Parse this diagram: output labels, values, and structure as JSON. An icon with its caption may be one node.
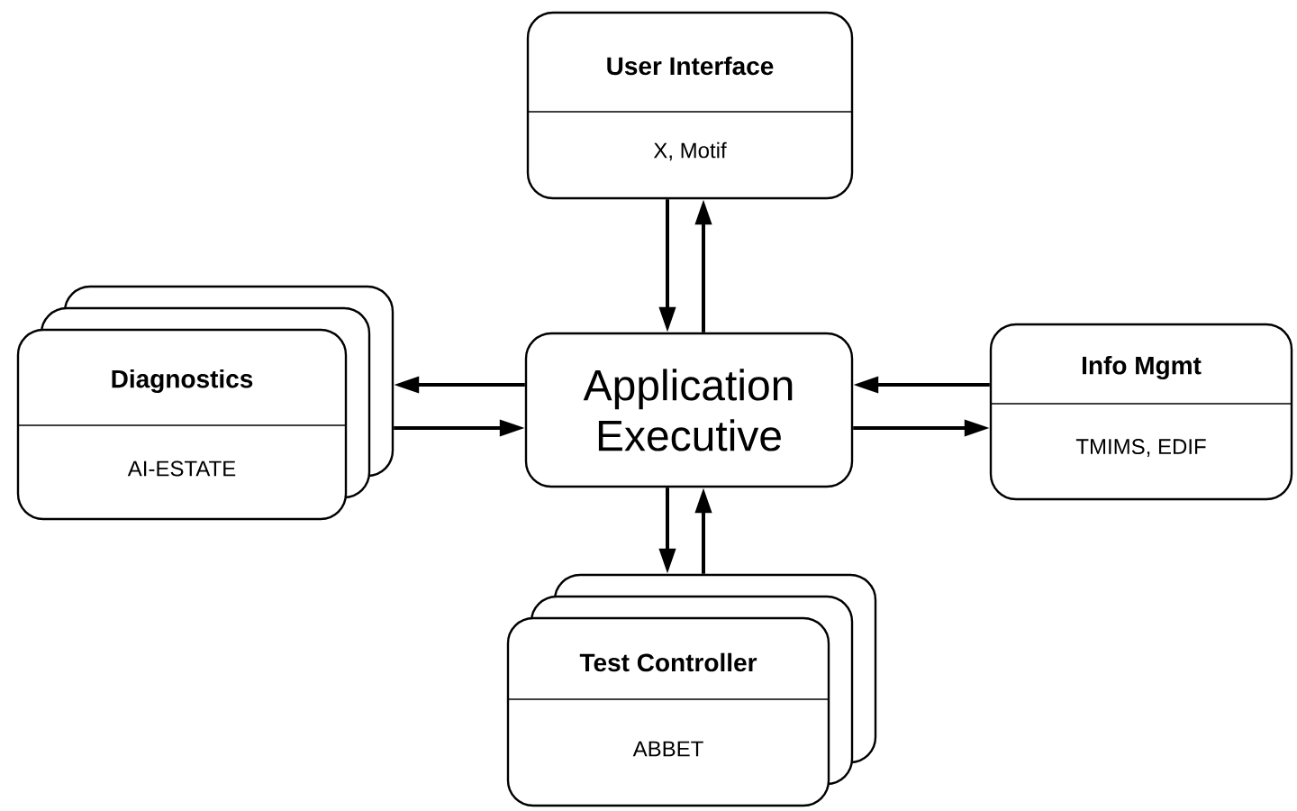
{
  "diagram": {
    "nodes": [
      {
        "text": [
          "User Interface",
          "X, Motif"
        ]
      },
      {
        "text": [
          "Diagnostics",
          "AI-ESTATE"
        ]
      },
      {
        "text": [
          "Application Executive"
        ]
      },
      {
        "text": [
          "Info Mgmt",
          "TMIMS, EDIF"
        ]
      },
      {
        "text": [
          "Test Controller",
          "ABBET"
        ]
      }
    ],
    "edges": [
      {
        "from": 0,
        "to": 2,
        "arrow": "to"
      },
      {
        "from": 2,
        "to": 0,
        "arrow": "to"
      },
      {
        "from": 2,
        "to": 1,
        "arrow": "to"
      },
      {
        "from": 1,
        "to": 2,
        "arrow": "to"
      },
      {
        "from": 3,
        "to": 2,
        "arrow": "to"
      },
      {
        "from": 2,
        "to": 3,
        "arrow": "to"
      },
      {
        "from": 2,
        "to": 4,
        "arrow": "to"
      },
      {
        "from": 4,
        "to": 2,
        "arrow": "to"
      }
    ]
  }
}
